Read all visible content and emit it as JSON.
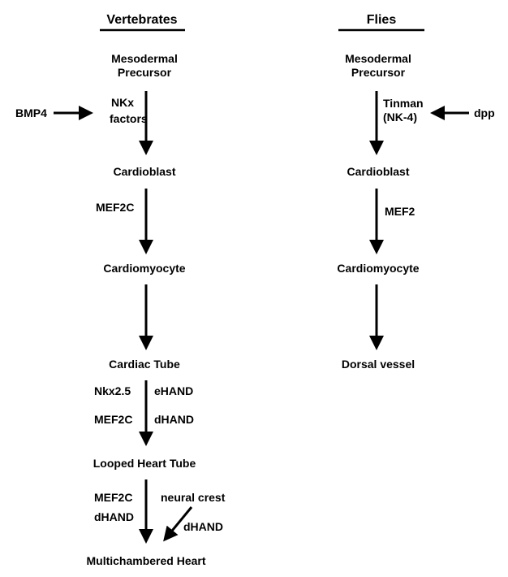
{
  "headers": {
    "vertebrates": "Vertebrates",
    "flies": "Flies"
  },
  "vertebrates": {
    "stage_mesodermal_line1": "Mesodermal",
    "stage_mesodermal_line2": "Precursor",
    "stage_cardioblast": "Cardioblast",
    "stage_cardiomyocyte": "Cardiomyocyte",
    "stage_cardiac_tube": "Cardiac Tube",
    "stage_looped_heart_tube": "Looped Heart Tube",
    "stage_multichambered_heart": "Multichambered Heart",
    "factor_nkx_line1": "NKx",
    "factor_nkx_line2": "factors",
    "input_bmp4": "BMP4",
    "factor_mef2c_1": "MEF2C",
    "factor_nkx25": "Nkx2.5",
    "factor_ehand": "eHAND",
    "factor_mef2c_2": "MEF2C",
    "factor_dhand_1": "dHAND",
    "factor_mef2c_3": "MEF2C",
    "factor_dhand_2": "dHAND",
    "neural_crest": "neural crest",
    "factor_dhand_3": "dHAND"
  },
  "flies": {
    "stage_mesodermal_line1": "Mesodermal",
    "stage_mesodermal_line2": "Precursor",
    "stage_cardioblast": "Cardioblast",
    "stage_cardiomyocyte": "Cardiomyocyte",
    "stage_dorsal_vessel": "Dorsal vessel",
    "factor_tinman_line1": "Tinman",
    "factor_tinman_line2": "(NK-4)",
    "input_dpp": "dpp",
    "factor_mef2": "MEF2"
  }
}
